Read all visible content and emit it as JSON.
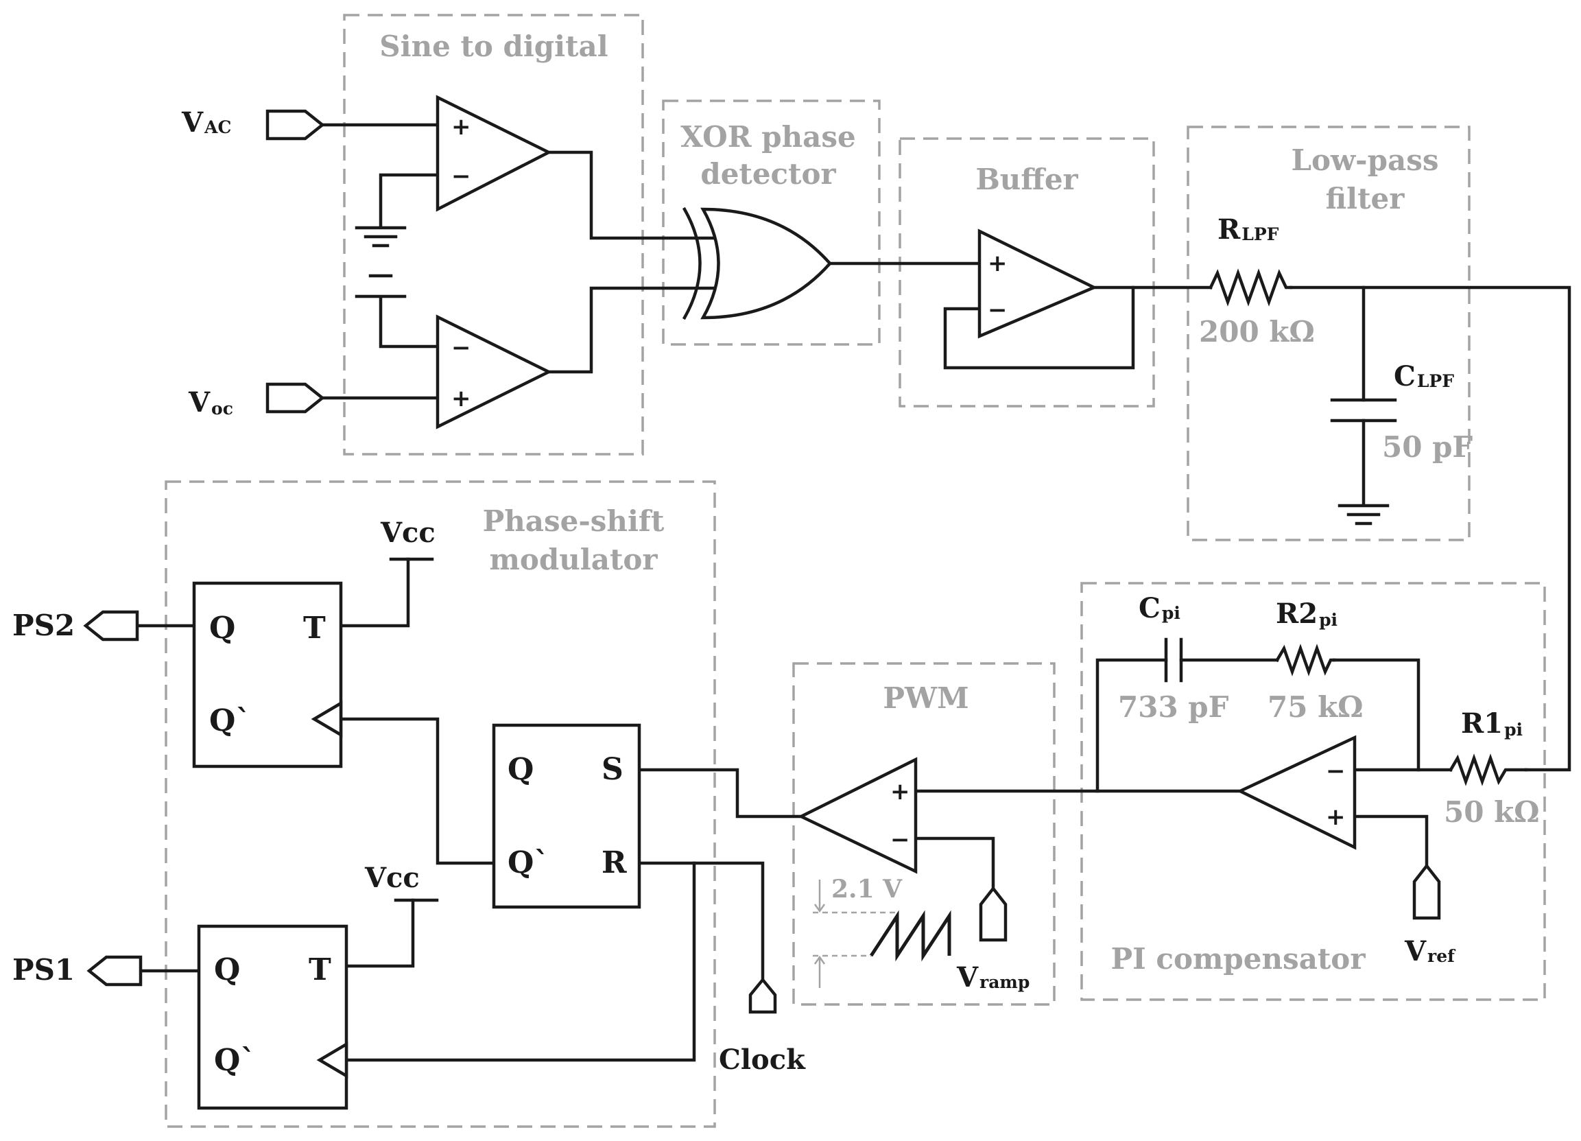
{
  "blocks": {
    "sine_to_digital": "Sine to digital",
    "xor_line1": "XOR phase",
    "xor_line2": "detector",
    "buffer": "Buffer",
    "lpf_line1": "Low-pass",
    "lpf_line2": "filter",
    "psm_line1": "Phase-shift",
    "psm_line2": "modulator",
    "pwm": "PWM",
    "pi": "PI compensator"
  },
  "signals": {
    "vac_main": "V",
    "vac_sub": "AC",
    "voc_main": "V",
    "voc_sub": "oc",
    "ps2": "PS2",
    "ps1": "PS1",
    "vcc_top": "Vcc",
    "vcc_bottom": "Vcc",
    "clock": "Clock",
    "vramp_main": "V",
    "vramp_sub": "ramp",
    "vref_main": "V",
    "vref_sub": "ref"
  },
  "components": {
    "rlpf_main": "R",
    "rlpf_sub": "LPF",
    "rlpf_value": "200 kΩ",
    "clpf_main": "C",
    "clpf_sub": "LPF",
    "clpf_value": "50 pF",
    "cpi_main": "C",
    "cpi_sub": "pi",
    "cpi_value": "733 pF",
    "r2pi_main": "R2",
    "r2pi_sub": "pi",
    "r2pi_value": "75 kΩ",
    "r1pi_main": "R1",
    "r1pi_sub": "pi",
    "r1pi_value": "50 kΩ",
    "ramp_level": "2.1 V"
  },
  "pins": {
    "plus": "+",
    "minus": "−",
    "q": "Q",
    "qbar": "Q`",
    "t": "T",
    "s": "S",
    "r": "R"
  }
}
